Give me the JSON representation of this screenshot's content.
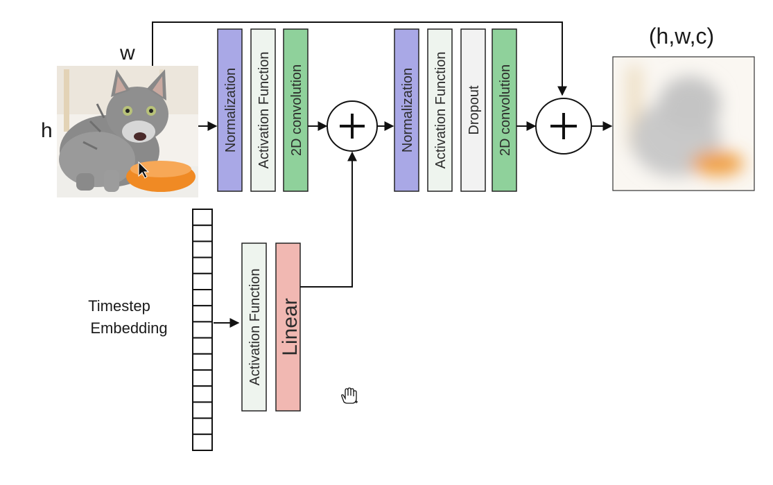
{
  "input_image": {
    "width_label": "w",
    "height_label": "h"
  },
  "output_image": {
    "dims_label": "(h,w,c)"
  },
  "first_stage": [
    {
      "label": "Normalization",
      "color": "#a9a8e6"
    },
    {
      "label": "Activation Function",
      "color": "#eef4ee"
    },
    {
      "label": "2D convolution",
      "color": "#8fd19b"
    }
  ],
  "second_stage": [
    {
      "label": "Normalization",
      "color": "#a9a8e6"
    },
    {
      "label": "Activation Function",
      "color": "#eef4ee"
    },
    {
      "label": "Dropout",
      "color": "#f2f2f2"
    },
    {
      "label": "2D convolution",
      "color": "#8fd19b"
    }
  ],
  "timestep": {
    "label_line1": "Timestep",
    "label_line2": "Embedding",
    "activation_label": "Activation Function",
    "linear_label": "Linear",
    "activation_color": "#eef4ee",
    "linear_color": "#f1b8b2"
  },
  "sum_symbol": "+",
  "colors": {
    "stroke": "#222222",
    "normalization": "#a9a8e6",
    "activation": "#eef4ee",
    "convolution": "#8fd19b",
    "dropout": "#f2f2f2",
    "linear": "#f1b8b2"
  }
}
